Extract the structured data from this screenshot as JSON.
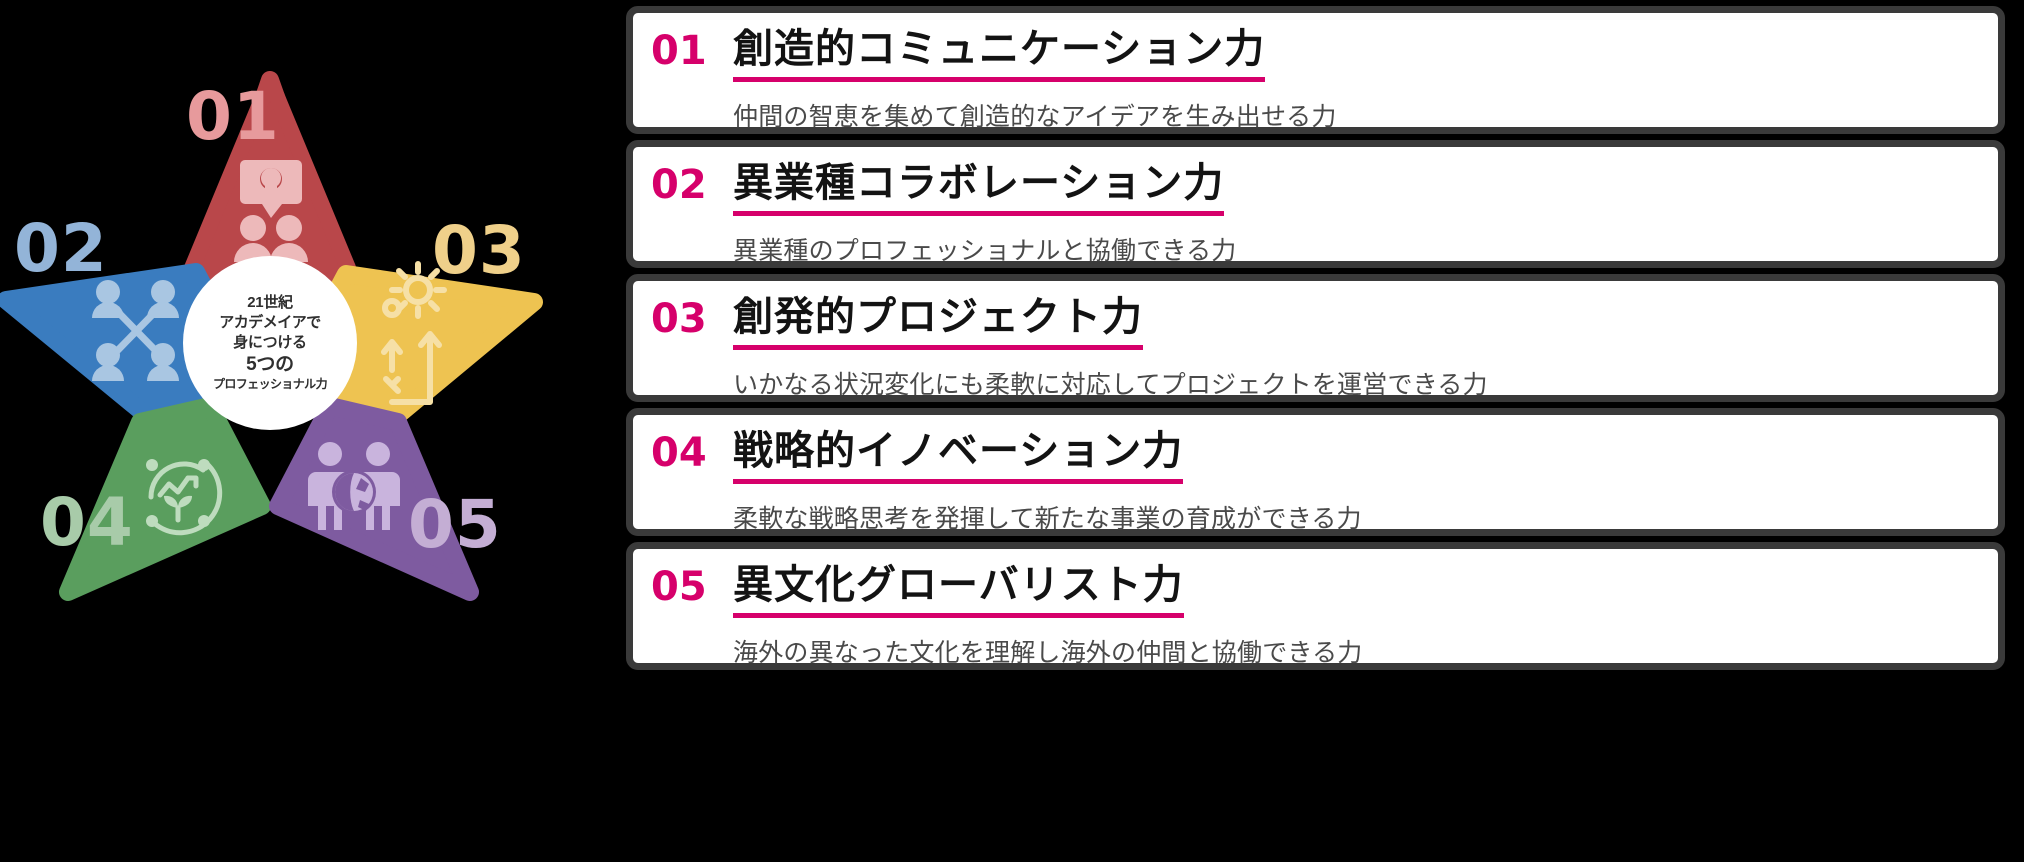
{
  "diagram": {
    "center": {
      "line1": "21世紀",
      "line2": "アカデメイアで",
      "line3": "身につける",
      "line4": "5つの",
      "line5": "プロフェッショナル力"
    },
    "points": [
      {
        "number": "01",
        "color": "#b9474a",
        "number_color": "#e79a9c",
        "icon": "presentation-idea-people-icon"
      },
      {
        "number": "02",
        "color": "#3a7cbf",
        "number_color": "#93b4d8",
        "icon": "network-people-icon"
      },
      {
        "number": "03",
        "color": "#eec351",
        "number_color": "#efd08a",
        "icon": "gears-growth-arrows-icon"
      },
      {
        "number": "04",
        "color": "#5a9e5e",
        "number_color": "#a8cba9",
        "icon": "growth-chart-plant-icon"
      },
      {
        "number": "05",
        "color": "#7e5ba0",
        "number_color": "#c4aed4",
        "icon": "global-people-icon"
      }
    ]
  },
  "accent_color": "#d6006b",
  "cards": [
    {
      "number": "01",
      "title": "創造的コミュニケーション力",
      "description": "仲間の智恵を集めて創造的なアイデアを生み出せる力"
    },
    {
      "number": "02",
      "title": "異業種コラボレーション力",
      "description": "異業種のプロフェッショナルと協働できる力"
    },
    {
      "number": "03",
      "title": "創発的プロジェクト力",
      "description": "いかなる状況変化にも柔軟に対応してプロジェクトを運営できる力"
    },
    {
      "number": "04",
      "title": "戦略的イノベーション力",
      "description": "柔軟な戦略思考を発揮して新たな事業の育成ができる力"
    },
    {
      "number": "05",
      "title": "異文化グローバリスト力",
      "description": "海外の異なった文化を理解し海外の仲間と協働できる力"
    }
  ]
}
